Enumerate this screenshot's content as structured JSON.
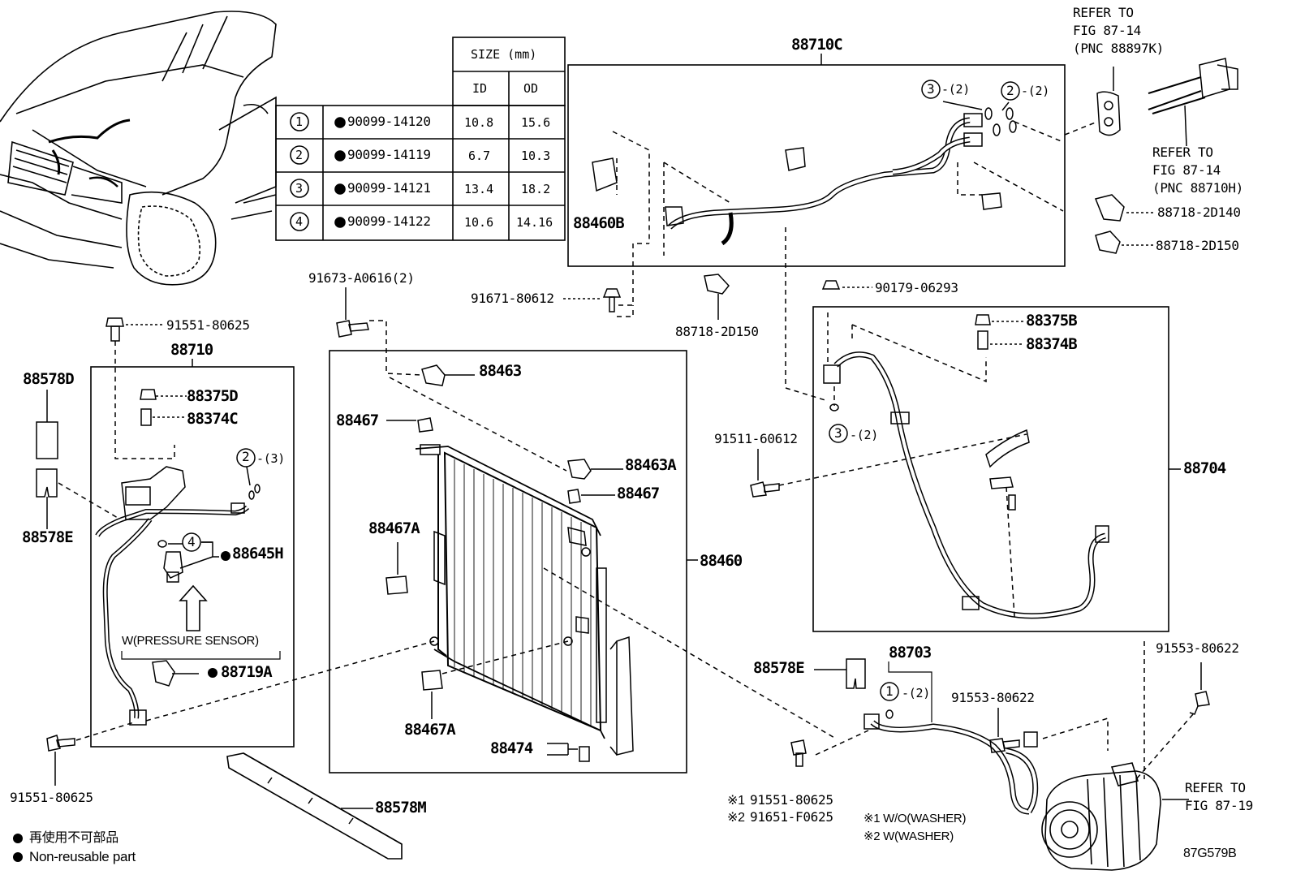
{
  "size_table": {
    "size_header": "SIZE (mm)",
    "id_header": "ID",
    "od_header": "OD",
    "rows": [
      {
        "num": "1",
        "part": "90099-14120",
        "id": "10.8",
        "od": "15.6"
      },
      {
        "num": "2",
        "part": "90099-14119",
        "id": "6.7",
        "od": "10.3"
      },
      {
        "num": "3",
        "part": "90099-14121",
        "id": "13.4",
        "od": "18.2"
      },
      {
        "num": "4",
        "part": "90099-14122",
        "id": "10.6",
        "od": "14.16"
      }
    ]
  },
  "labels": {
    "p88710C": "88710C",
    "refer1_a": "REFER TO",
    "refer1_b": "FIG 87-14",
    "refer1_c": "(PNC 88897K)",
    "refer2_a": "REFER TO",
    "refer2_b": "FIG 87-14",
    "refer2_c": "(PNC 88710H)",
    "p88718_2D140": "88718-2D140",
    "p88718_2D150a": "88718-2D150",
    "p88460B": "88460B",
    "c3_2_top": "-(2)",
    "c2_2_top": "-(2)",
    "p91673": "91673-A0616(2)",
    "p91671": "91671-80612",
    "p88718_2D150b": "88718-2D150",
    "p90179": "90179-06293",
    "p91551_top": "91551-80625",
    "p88710": "88710",
    "p88578D": "88578D",
    "p88375D": "88375D",
    "p88374C": "88374C",
    "c2_3": "-(3)",
    "p88578E_left": "88578E",
    "p88645H": "88645H",
    "pressure_sensor": "W(PRESSURE SENSOR)",
    "p88719A": "88719A",
    "p91551_left": "91551-80625",
    "p88463": "88463",
    "p88467_a": "88467",
    "p88463A": "88463A",
    "p88467_b": "88467",
    "p88467A_a": "88467A",
    "p88460": "88460",
    "p88467A_b": "88467A",
    "p88474": "88474",
    "p88578M": "88578M",
    "p88375B": "88375B",
    "p88374B": "88374B",
    "p91511": "91511-60612",
    "c3_2_mid": "-(2)",
    "p88704": "88704",
    "p91553_right": "91553-80622",
    "p88703": "88703",
    "p88578E_right": "88578E",
    "c1_2": "-(2)",
    "p91553_mid": "91553-80622",
    "note1_part": "91551-80625",
    "note2_part": "91651-F0625",
    "note1_mark": "※1",
    "note2_mark": "※2",
    "wo_washer": "※1 W/O(WASHER)",
    "w_washer": "※2 W(WASHER)",
    "refer3_a": "REFER TO",
    "refer3_b": "FIG 87-19",
    "legend_jp": "再使用不可部品",
    "legend_en": "Non-reusable part",
    "fig_code": "87G579B"
  }
}
